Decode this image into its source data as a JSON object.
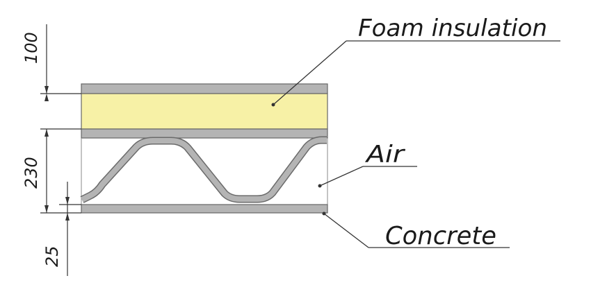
{
  "labels": {
    "foam": "Foam insulation",
    "air": "Air",
    "concrete": "Concrete"
  },
  "dimensions": {
    "top": "100",
    "middle": "230",
    "bottom": "25"
  },
  "colors": {
    "foam_fill": "#f7f1a6",
    "gray_layer": "#b4b4b4",
    "stroke": "#555555",
    "line": "#333333"
  }
}
